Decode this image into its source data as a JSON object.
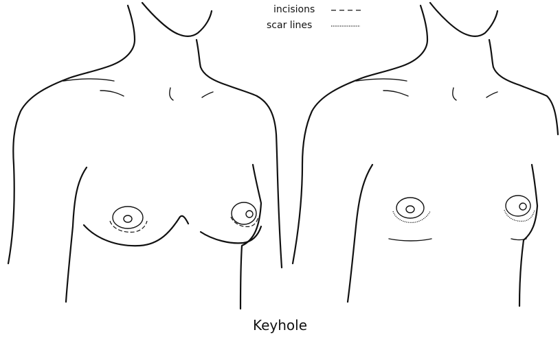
{
  "legend": {
    "incisions_label": "incisions",
    "scar_lines_label": "scar lines"
  },
  "caption": "Keyhole",
  "colors": {
    "line": "#111111",
    "background": "#ffffff"
  }
}
